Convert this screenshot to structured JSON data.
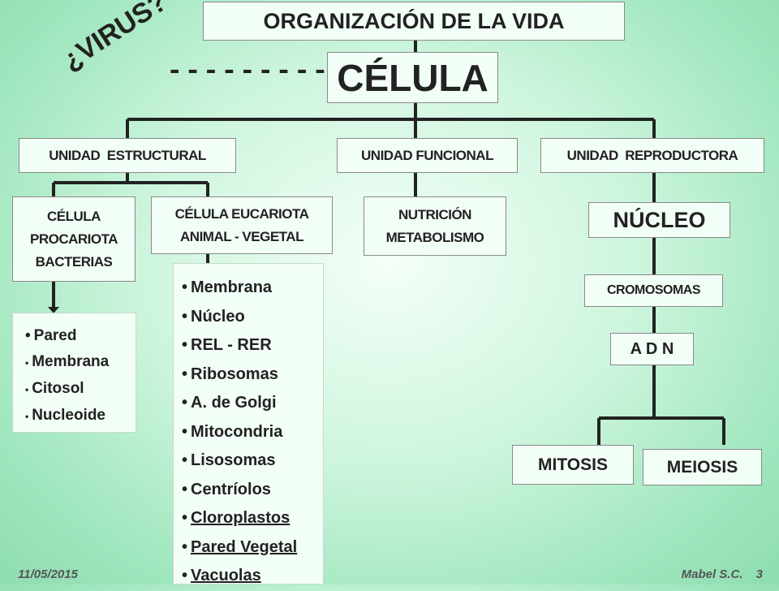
{
  "title": "ORGANIZACIÓN DE LA VIDA",
  "cell": "CÉLULA",
  "virus": "¿VIRUS?",
  "dashes": "---------",
  "units": {
    "structural": "UNIDAD  ESTRUCTURAL",
    "functional": "UNIDAD FUNCIONAL",
    "reproductive": "UNIDAD  REPRODUCTORA"
  },
  "prokaryote": {
    "line1": "CÉLULA",
    "line2": "PROCARIOTA",
    "line3": "BACTERIAS"
  },
  "eukaryote": {
    "line1": "CÉLULA EUCARIOTA",
    "line2": "ANIMAL - VEGETAL"
  },
  "nutrition": {
    "line1": "NUTRICIÓN",
    "line2": "METABOLISMO"
  },
  "nucleus": "NÚCLEO",
  "chromosomes": "CROMOSOMAS",
  "dna": "A D N",
  "mitosis": "MITOSIS",
  "meiosis": "MEIOSIS",
  "prokaryote_items": [
    "Pared",
    "Membrana",
    "Citosol",
    "Nucleoide"
  ],
  "eukaryote_items": [
    "Membrana",
    "Núcleo",
    "REL - RER",
    "Ribosomas",
    "A. de Golgi",
    "Mitocondria",
    "Lisosomas",
    "Centríolos",
    "Cloroplastos",
    "Pared Vegetal",
    "Vacuolas"
  ],
  "footer": {
    "date": "11/05/2015",
    "author": "Mabel S.C.",
    "page": "3"
  }
}
